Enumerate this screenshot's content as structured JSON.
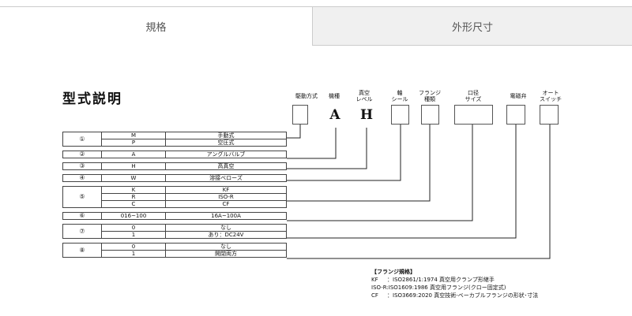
{
  "tabs": [
    {
      "label": "規格",
      "active": true
    },
    {
      "label": "外形尺寸",
      "active": false
    }
  ],
  "title": "型式説明",
  "columns": [
    {
      "label": "駆動方式",
      "code": ""
    },
    {
      "label": "機種",
      "code": "A"
    },
    {
      "label": "真空\nレベル",
      "code": "H"
    },
    {
      "label": "軸\nシール",
      "code": ""
    },
    {
      "label": "フランジ\n種類",
      "code": ""
    },
    {
      "label": "口径\nサイズ",
      "code": ""
    },
    {
      "label": "電磁弁",
      "code": ""
    },
    {
      "label": "オート\nスイッチ",
      "code": ""
    }
  ],
  "table": [
    {
      "num": "①",
      "rows": [
        [
          "M",
          "手動式"
        ],
        [
          "P",
          "空圧式"
        ]
      ]
    },
    {
      "num": "②",
      "rows": [
        [
          "A",
          "アングルバルブ"
        ]
      ]
    },
    {
      "num": "③",
      "rows": [
        [
          "H",
          "高真空"
        ]
      ]
    },
    {
      "num": "④",
      "rows": [
        [
          "W",
          "溶接ベローズ"
        ]
      ]
    },
    {
      "num": "⑤",
      "rows": [
        [
          "K",
          "KF"
        ],
        [
          "R",
          "ISO-R"
        ],
        [
          "C",
          "CF"
        ]
      ]
    },
    {
      "num": "⑥",
      "rows": [
        [
          "016~100",
          "16A~100A"
        ]
      ]
    },
    {
      "num": "⑦",
      "rows": [
        [
          "0",
          "なし"
        ],
        [
          "1",
          "あり：DC24V"
        ]
      ]
    },
    {
      "num": "⑧",
      "rows": [
        [
          "0",
          "なし"
        ],
        [
          "1",
          "開閉両方"
        ]
      ]
    }
  ],
  "notes": {
    "header": "【フランジ規格】",
    "items": [
      {
        "key": "KF",
        "text": "：ISO2861/1:1974 真空用クランプ形継手"
      },
      {
        "key": "ISO-R",
        "text": ":ISO1609:1986 真空用フランジ(クロー固定式)"
      },
      {
        "key": "CF",
        "text": "：ISO3669:2020 真空技術-ベーカブルフランジの形状･寸法"
      }
    ]
  }
}
